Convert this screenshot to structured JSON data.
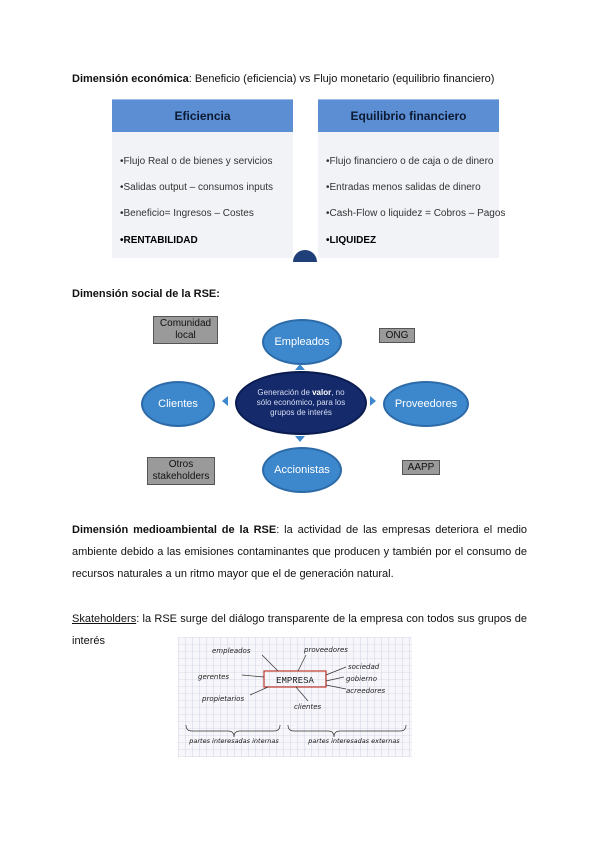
{
  "economic": {
    "heading_bold": "Dimensión económica",
    "heading_rest": ": Beneficio (eficiencia) vs Flujo monetario (equilibrio financiero)",
    "left": {
      "title": "Eficiencia",
      "items": [
        "•Flujo Real o de bienes y servicios",
        "•Salidas output – consumos inputs",
        "•Beneficio= Ingresos – Costes"
      ],
      "bold_item": "•RENTABILIDAD"
    },
    "right": {
      "title": "Equilibrio financiero",
      "items": [
        "•Flujo financiero o de caja o de dinero",
        "•Entradas menos salidas de dinero",
        "•Cash-Flow o liquidez = Cobros – Pagos"
      ],
      "bold_item": "•LIQUIDEZ"
    }
  },
  "social": {
    "heading": "Dimensión social de la RSE:",
    "center_pre": "Generación de ",
    "center_bold": "valor",
    "center_post": ", no sólo económico, para los grupos de interés",
    "nodes": {
      "top": "Empleados",
      "left": "Clientes",
      "right": "Proveedores",
      "bottom": "Accionistas"
    },
    "boxes": {
      "comunidad": "Comunidad local",
      "ong": "ONG",
      "otros": "Otros stakeholders",
      "aapp": "AAPP"
    }
  },
  "environmental": {
    "heading_bold": "Dimensión medioambiental de la RSE",
    "text": ": la actividad de las empresas deteriora el medio ambiente debido a las emisiones contaminantes que producen y también por el consumo de recursos naturales a un ritmo mayor que el de generación natural."
  },
  "stakeholders": {
    "heading_underlined": "Skateholders",
    "text": ": la RSE surge del diálogo transparente de la empresa con todos sus grupos de interés"
  },
  "sketch": {
    "center": "EMPRESA",
    "labels": [
      "empleados",
      "proveedores",
      "gerentes",
      "sociedad",
      "gobierno",
      "propietarios",
      "acreedores",
      "clientes"
    ],
    "internal": "partes interesadas internas",
    "external": "partes interesadas externas"
  },
  "colors": {
    "header_blue": "#5b8ed2",
    "node_blue": "#3d87cc",
    "center_navy": "#142a6b",
    "box_grey": "#9a9a9a",
    "sketch_red": "#c0392b"
  }
}
